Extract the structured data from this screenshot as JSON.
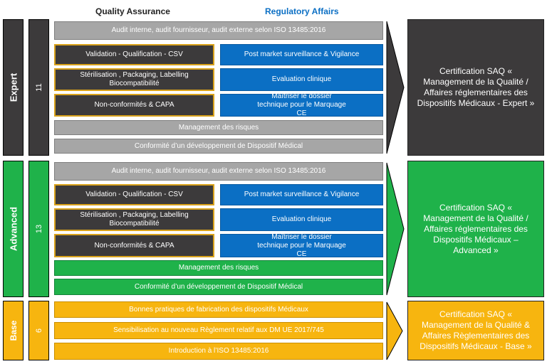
{
  "headers": {
    "quality": "Quality Assurance",
    "regulatory": "Regulatory Affairs"
  },
  "colors": {
    "expert": "#3c3a3b",
    "advanced": "#1fb24a",
    "base": "#f7b50f",
    "gray": "#a6a6a6",
    "blue": "#0b6fc4",
    "accent_border": "#d9a21b"
  },
  "levels": {
    "expert": {
      "label": "Expert",
      "count": "11",
      "top": "Audit interne, audit fournisseur, audit externe selon ISO 13485:2016",
      "qa": [
        "Validation - Qualification - CSV",
        "Stérilisation , Packaging, Labelling Biocompatibilité",
        "Non-conformités & CAPA"
      ],
      "ra": [
        "Post market surveillance & Vigilance",
        "Evaluation clinique",
        "Maîtriser le dossier technique pour le Marquage CE"
      ],
      "risk": "Management des risques",
      "conf": "Conformité d’un développement de Dispositif Médical",
      "cert": "Certification SAQ « Management de la Qualité / Affaires réglementaires des Dispositifs Médicaux - Expert »"
    },
    "advanced": {
      "label": "Advanced",
      "count": "13",
      "top": "Audit interne, audit fournisseur, audit externe selon ISO 13485:2016",
      "qa": [
        "Validation - Qualification - CSV",
        "Stérilisation , Packaging, Labelling Biocompatibilité",
        "Non-conformités & CAPA"
      ],
      "ra": [
        "Post market surveillance & Vigilance",
        "Evaluation clinique",
        "Maîtriser le dossier technique pour le Marquage CE"
      ],
      "risk": "Management des risques",
      "conf": "Conformité d’un développement de Dispositif Médical",
      "cert": "Certification SAQ « Management de la Qualité / Affaires réglementaires des Dispositifs Médicaux – Advanced »"
    },
    "base": {
      "label": "Base",
      "count": "6",
      "rows": [
        "Bonnes pratiques de fabrication des dispositifs Médicaux",
        "Sensibilisation au nouveau Règlement relatif aux DM UE 2017/745",
        "Introduction à l’ISO 13485:2016"
      ],
      "cert": "Certification SAQ « Management de la Qualité & Affaires Règlementaires des Dispositifs Médicaux - Base »"
    }
  }
}
